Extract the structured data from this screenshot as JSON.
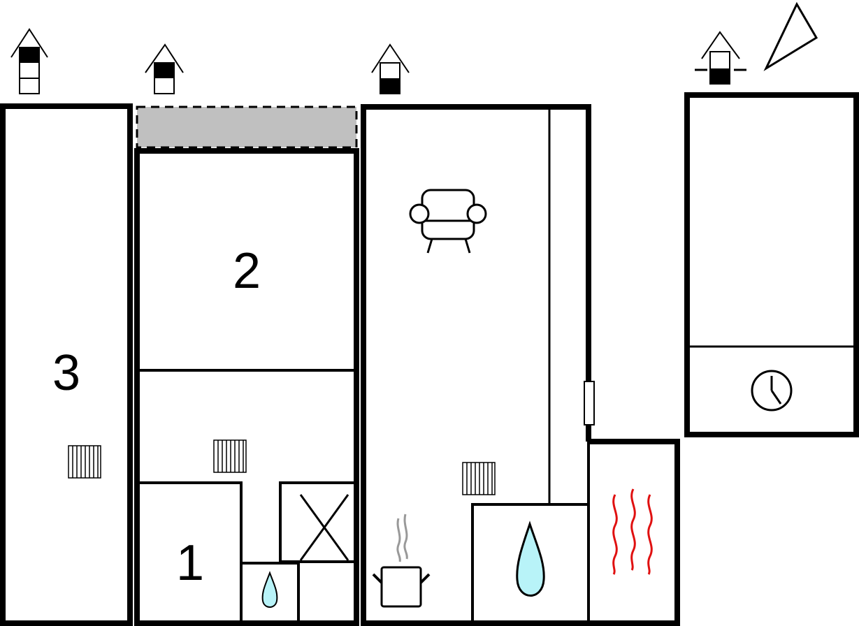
{
  "rooms": [
    {
      "label": "3"
    },
    {
      "label": "2"
    },
    {
      "label": "1"
    }
  ],
  "legend": {
    "floor_icons": [
      "floor-indicator-icon",
      "floor-indicator-icon",
      "floor-indicator-icon",
      "floor-indicator-icon"
    ],
    "north_arrow": "north-arrow-icon"
  },
  "fixtures": [
    "radiator-icon",
    "armchair-icon",
    "water-drop-icon",
    "cooking-pot-icon",
    "heating-icon",
    "clock-icon"
  ],
  "colors": {
    "wall": "#000000",
    "balcony": "#c0c0c0",
    "water": "#b8f3f8",
    "heat": "#e01010",
    "steam": "#999999"
  }
}
